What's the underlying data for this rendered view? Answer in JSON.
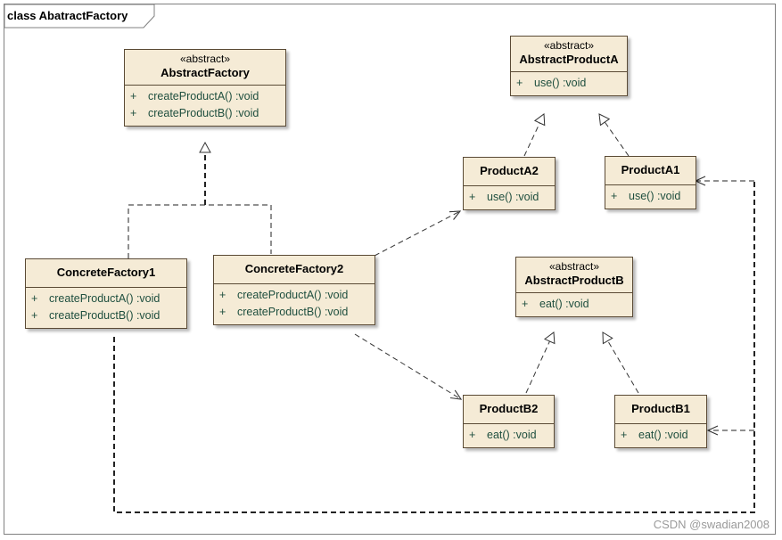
{
  "diagram": {
    "title": "class AbatractFactory",
    "watermark": "CSDN @swadian2008"
  },
  "classes": {
    "abstract_factory": {
      "stereotype": "«abstract»",
      "name": "AbstractFactory",
      "ops": [
        {
          "vis": "+",
          "sig": "createProductA()  :void"
        },
        {
          "vis": "+",
          "sig": "createProductB()  :void"
        }
      ]
    },
    "abstract_product_a": {
      "stereotype": "«abstract»",
      "name": "AbstractProductA",
      "ops": [
        {
          "vis": "+",
          "sig": "use()  :void"
        }
      ]
    },
    "product_a2": {
      "name": "ProductA2",
      "ops": [
        {
          "vis": "+",
          "sig": "use()  :void"
        }
      ]
    },
    "product_a1": {
      "name": "ProductA1",
      "ops": [
        {
          "vis": "+",
          "sig": "use()  :void"
        }
      ]
    },
    "concrete_factory1": {
      "name": "ConcreteFactory1",
      "ops": [
        {
          "vis": "+",
          "sig": "createProductA()  :void"
        },
        {
          "vis": "+",
          "sig": "createProductB()  :void"
        }
      ]
    },
    "concrete_factory2": {
      "name": "ConcreteFactory2",
      "ops": [
        {
          "vis": "+",
          "sig": "createProductA()  :void"
        },
        {
          "vis": "+",
          "sig": "createProductB()  :void"
        }
      ]
    },
    "abstract_product_b": {
      "stereotype": "«abstract»",
      "name": "AbstractProductB",
      "ops": [
        {
          "vis": "+",
          "sig": "eat()  :void"
        }
      ]
    },
    "product_b2": {
      "name": "ProductB2",
      "ops": [
        {
          "vis": "+",
          "sig": "eat()  :void"
        }
      ]
    },
    "product_b1": {
      "name": "ProductB1",
      "ops": [
        {
          "vis": "+",
          "sig": "eat()  :void"
        }
      ]
    }
  }
}
